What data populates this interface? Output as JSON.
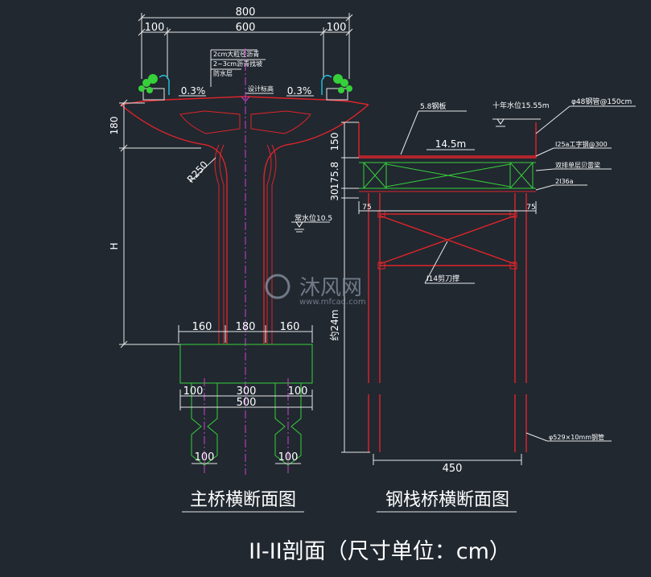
{
  "main_bridge": {
    "title": "主桥横断面图",
    "dims": {
      "total_width": "800",
      "left_edge": "100",
      "center": "600",
      "right_edge": "100",
      "deck_depth": "180",
      "height": "H",
      "pier_left": "160",
      "pier_center": "180",
      "pier_right": "160",
      "pile_left": "100",
      "pile_spacing": "300",
      "pile_right": "100",
      "cap_width": "500",
      "pile_diameter_l": "100",
      "pile_diameter_r": "100",
      "radius": "R250"
    },
    "pavement_notes": [
      "2cm大粒径沥青",
      "2~3cm沥青找坡",
      "防水层"
    ],
    "centerline_note": "设计标高",
    "slope_left": "0.3%",
    "slope_right": "0.3%",
    "water_level": "常水位10.5"
  },
  "trestle": {
    "title": "钢栈桥横断面图",
    "dims": {
      "deck_height": "150",
      "beam_depth": "175.8",
      "cap_depth": "30",
      "left_offset": "75",
      "right_offset": "75",
      "span": "14.5m",
      "height": "约24m",
      "bottom_width": "450"
    },
    "labels": {
      "deck_plate": "5.8钢板",
      "water_level": "十年水位15.55m",
      "pipe_railing": "φ48钢管@150cm",
      "i_beam": "I25a工字钢@300",
      "bailey_beam": "双排单层贝雷梁",
      "channel": "2I36a",
      "bracing": "I14剪刀撑",
      "steel_pipe": "φ529×10mm钢管"
    }
  },
  "footer_title": "II-II剖面（尺寸单位：cm）",
  "watermark": {
    "brand": "沐风网",
    "url": "www.mfcad.com"
  },
  "colors": {
    "background": "#212830",
    "structure": "#e0242a",
    "foundation": "#36d13a",
    "centerline": "#d040d0",
    "dimension": "#ffffff"
  }
}
